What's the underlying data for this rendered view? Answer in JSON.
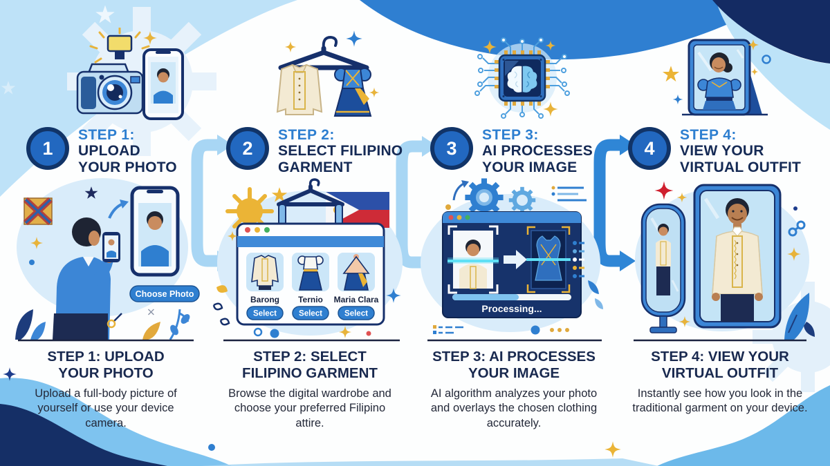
{
  "steps": [
    {
      "number": "1",
      "kicker": "STEP 1:",
      "title_lines": [
        "UPLOAD",
        "YOUR PHOTO"
      ],
      "bottom_title": "STEP 1: UPLOAD YOUR PHOTO",
      "description": "Upload a full-body picture of yourself or use your device camera."
    },
    {
      "number": "2",
      "kicker": "STEP 2:",
      "title_lines": [
        "SELECT FILIPINO",
        "GARMENT"
      ],
      "bottom_title": "STEP 2: SELECT FILIPINO GARMENT",
      "description": "Browse the digital wardrobe and choose your preferred Filipino attire."
    },
    {
      "number": "3",
      "kicker": "STEP 3:",
      "title_lines": [
        "AI PROCESSES",
        "YOUR IMAGE"
      ],
      "bottom_title": "STEP 3: AI PROCESSES YOUR IMAGE",
      "description": "AI algorithm analyzes your photo and overlays the chosen clothing accurately."
    },
    {
      "number": "4",
      "kicker": "STEP 4:",
      "title_lines": [
        "VIEW YOUR",
        "VIRTUAL OUTFIT"
      ],
      "bottom_title": "STEP 4: VIEW YOUR VIRTUAL OUTFIT",
      "description": "Instantly see how you look in the traditional garment on your device."
    }
  ],
  "illustrations": {
    "step1": {
      "choose_photo_button": "Choose Photo"
    },
    "step2": {
      "garments": [
        {
          "name": "Barong",
          "select_label": "Select"
        },
        {
          "name": "Ternio",
          "select_label": "Select"
        },
        {
          "name": "Maria Clara",
          "select_label": "Select"
        }
      ]
    },
    "step3": {
      "status": "Processing..."
    }
  },
  "colors": {
    "accent_blue": "#2f7fd0",
    "navy": "#15295b",
    "light_blue": "#a8d6f4",
    "pale_blue": "#d9ecfa",
    "gold": "#ebb436",
    "red": "#ce2b37",
    "cream": "#f3ead3"
  }
}
